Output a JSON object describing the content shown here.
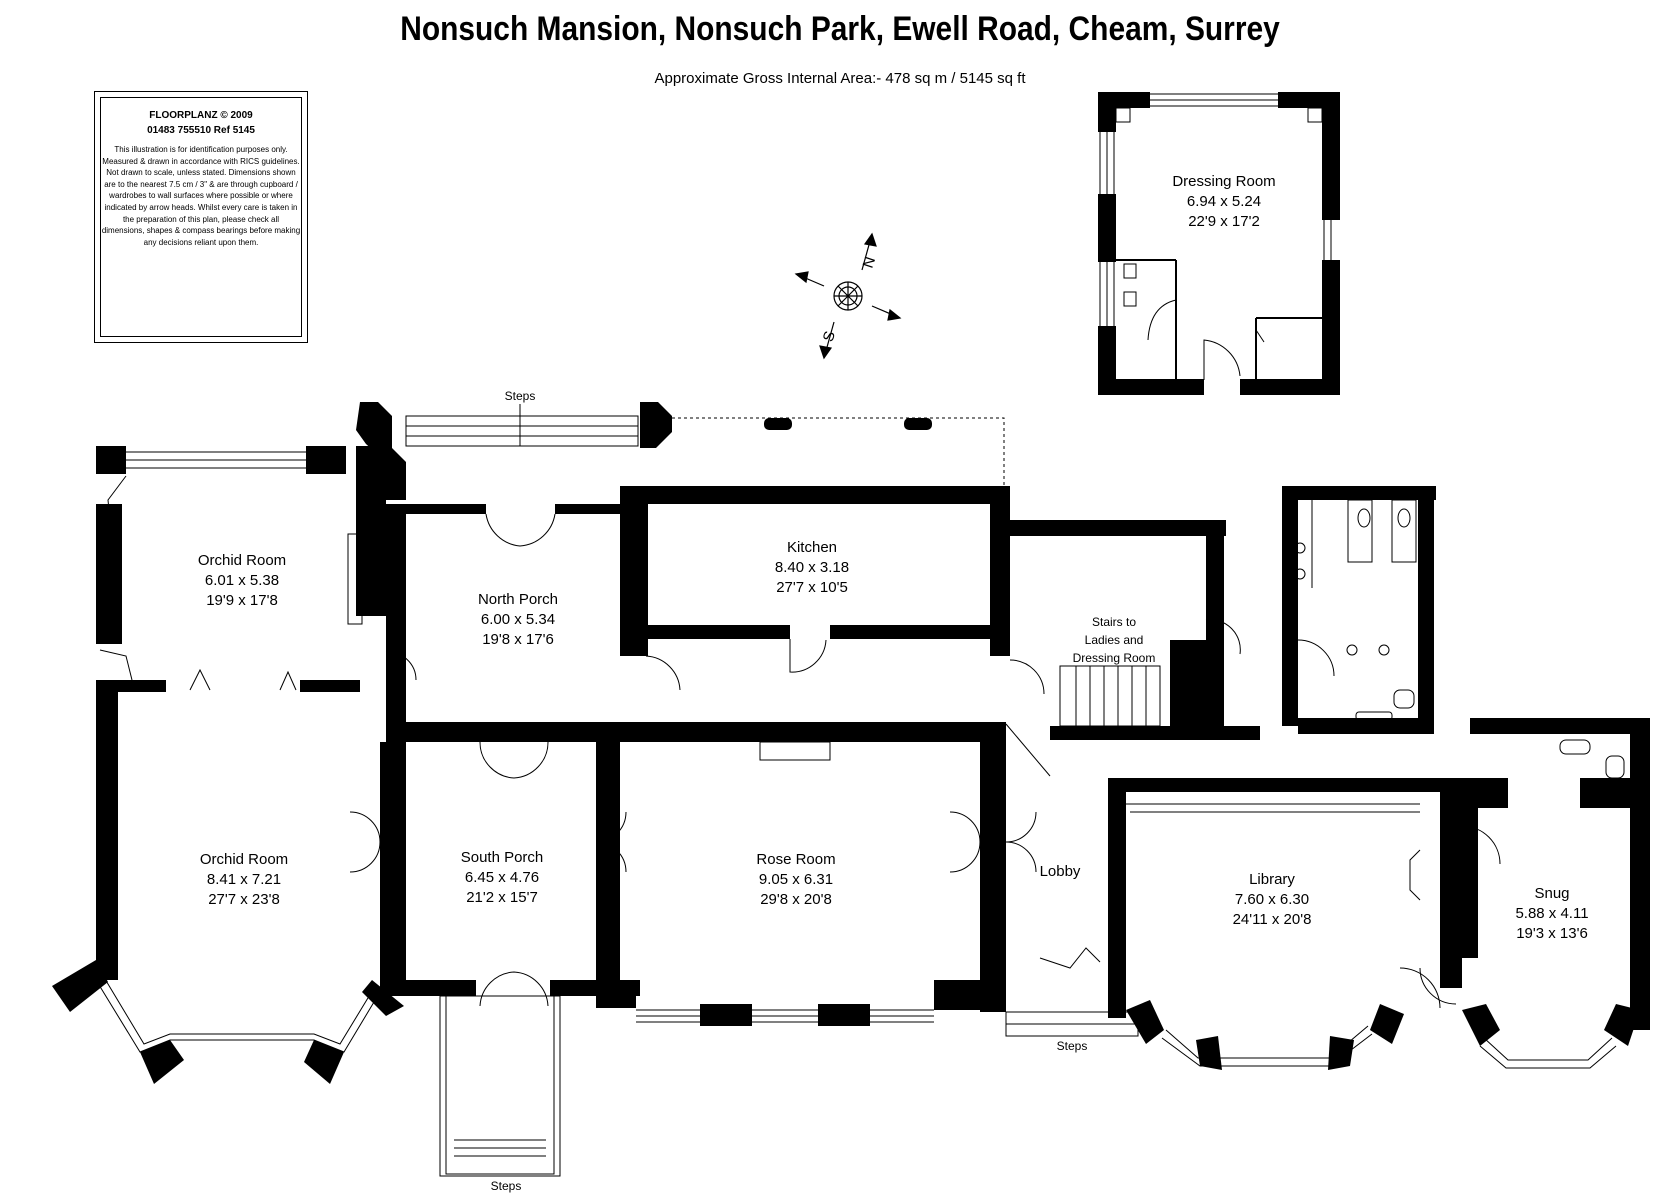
{
  "title": "Nonsuch Mansion, Nonsuch Park, Ewell Road, Cheam, Surrey",
  "area": "Approximate Gross Internal Area:- 478 sq m / 5145 sq ft",
  "disclaimer": {
    "company": "FLOORPLANZ © 2009",
    "reference": "01483 755510   Ref  5145",
    "text": "This illustration is for identification purposes only. Measured & drawn in accordance with RICS guidelines. Not drawn to scale, unless stated. Dimensions shown are to the nearest 7.5 cm / 3\" & are through cupboard / wardrobes to wall surfaces where possible or where indicated by arrow heads. Whilst every care is taken in the preparation of this plan, please check all dimensions, shapes & compass bearings before making any decisions reliant upon them."
  },
  "compass": {
    "north": "N",
    "south": "S"
  },
  "rooms": {
    "dressing_room": {
      "name": "Dressing Room",
      "metric": "6.94 x 5.24",
      "imperial": "22'9 x 17'2"
    },
    "orchid_room_north": {
      "name": "Orchid Room",
      "metric": "6.01 x 5.38",
      "imperial": "19'9 x 17'8"
    },
    "north_porch": {
      "name": "North Porch",
      "metric": "6.00 x 5.34",
      "imperial": "19'8 x 17'6"
    },
    "kitchen": {
      "name": "Kitchen",
      "metric": "8.40 x 3.18",
      "imperial": "27'7 x 10'5"
    },
    "orchid_room_south": {
      "name": "Orchid Room",
      "metric": "8.41 x 7.21",
      "imperial": "27'7 x 23'8"
    },
    "south_porch": {
      "name": "South Porch",
      "metric": "6.45 x 4.76",
      "imperial": "21'2 x 15'7"
    },
    "rose_room": {
      "name": "Rose Room",
      "metric": "9.05 x 6.31",
      "imperial": "29'8 x 20'8"
    },
    "lobby": {
      "name": "Lobby"
    },
    "library": {
      "name": "Library",
      "metric": "7.60 x 6.30",
      "imperial": "24'11 x 20'8"
    },
    "snug": {
      "name": "Snug",
      "metric": "5.88 x 4.11",
      "imperial": "19'3 x 13'6"
    }
  },
  "stairs": {
    "line1": "Stairs to",
    "line2": "Ladies and",
    "line3": "Dressing Room"
  },
  "steps": {
    "north": "Steps",
    "east": "Steps",
    "south": "Steps"
  }
}
